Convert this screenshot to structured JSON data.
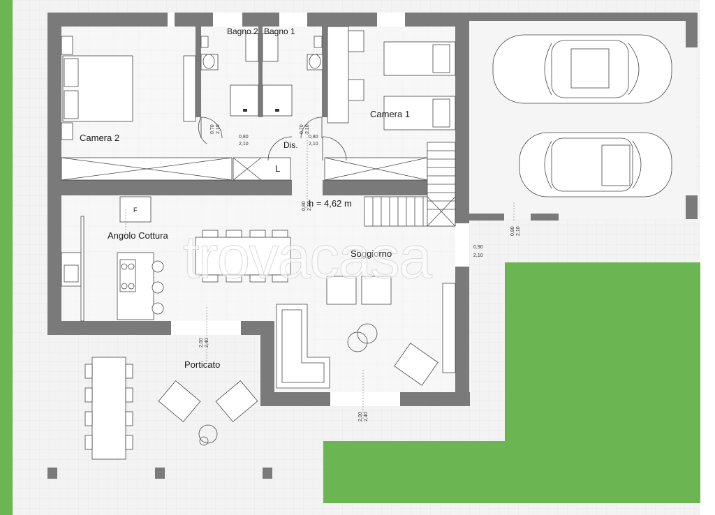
{
  "rooms": {
    "camera2": "Camera 2",
    "bagno2": "Bagno 2",
    "bagno1": "Bagno 1",
    "camera1": "Camera 1",
    "dis": "Dis.",
    "angolo_cottura": "Angolo Cottura",
    "soggiorno": "Soggiorno",
    "porticato": "Porticato"
  },
  "height_note": "h = 4,62 m",
  "fixture_labels": {
    "fridge": "F",
    "laundry": "L"
  },
  "watermark": "trovacasa",
  "dimensions": {
    "d1a": "0,70",
    "d1b": "2,10",
    "d2a": "0,80",
    "d2b": "2,10",
    "d3a": "0,70",
    "d3b": "2,10",
    "d4a": "0,80",
    "d4b": "2,10",
    "d5a": "0,80",
    "d5b": "2,10",
    "d6a": "0,80",
    "d6b": "2,10",
    "d7a": "0,90",
    "d7b": "2,10",
    "d8a": "2,00",
    "d8b": "2,40",
    "d9a": "2,00",
    "d9b": "2,40"
  },
  "colors": {
    "wall": "#7a7a7a",
    "lawn": "#6bb552",
    "paving": "#f2f2f2",
    "floor": "#f7f7f7"
  }
}
